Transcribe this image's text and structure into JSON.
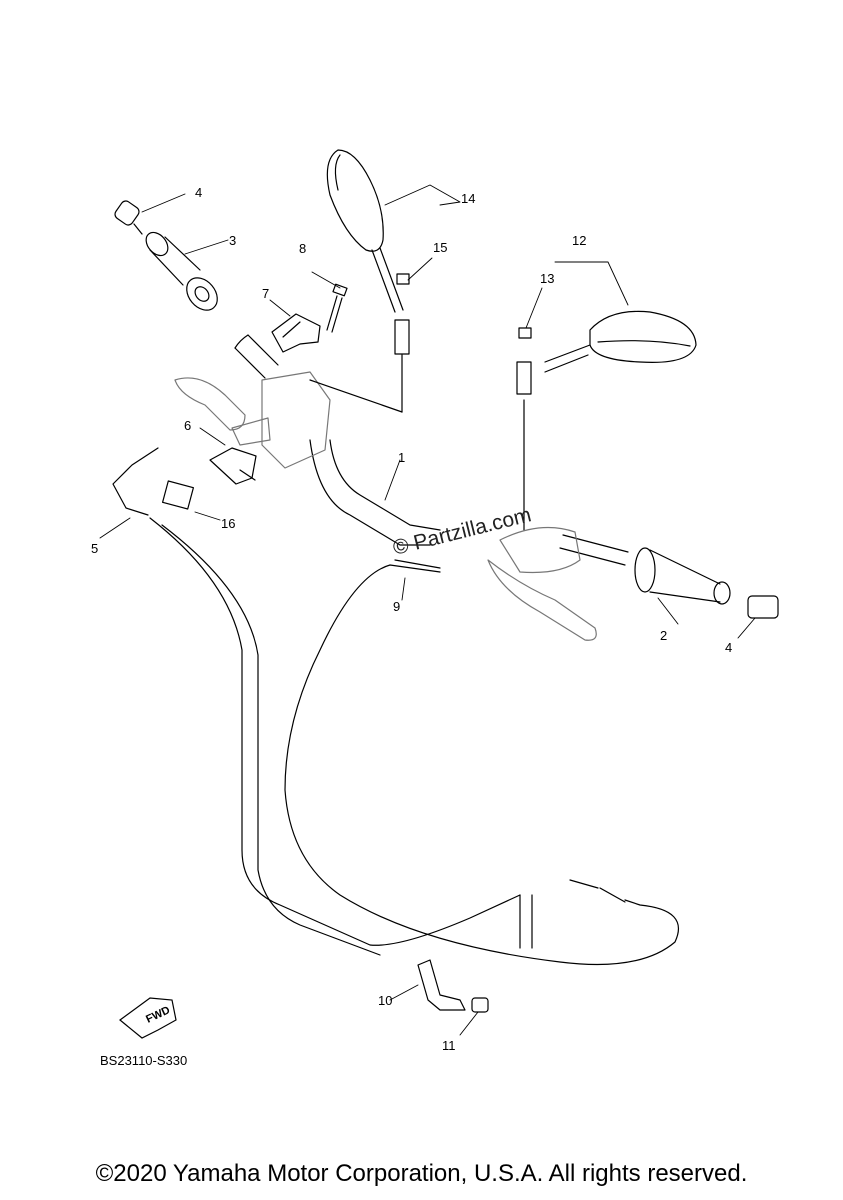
{
  "callouts": {
    "n1": "1",
    "n2": "2",
    "n3": "3",
    "n4a": "4",
    "n4b": "4",
    "n5": "5",
    "n6": "6",
    "n7": "7",
    "n8": "8",
    "n9": "9",
    "n10": "10",
    "n11": "11",
    "n12": "12",
    "n13": "13",
    "n14": "14",
    "n15": "15",
    "n16": "16"
  },
  "watermark": "© Partzilla.com",
  "fwd_label": "FWD",
  "diagram_code": "BS23110-S330",
  "copyright": "©2020 Yamaha Motor Corporation, U.S.A. All rights reserved."
}
